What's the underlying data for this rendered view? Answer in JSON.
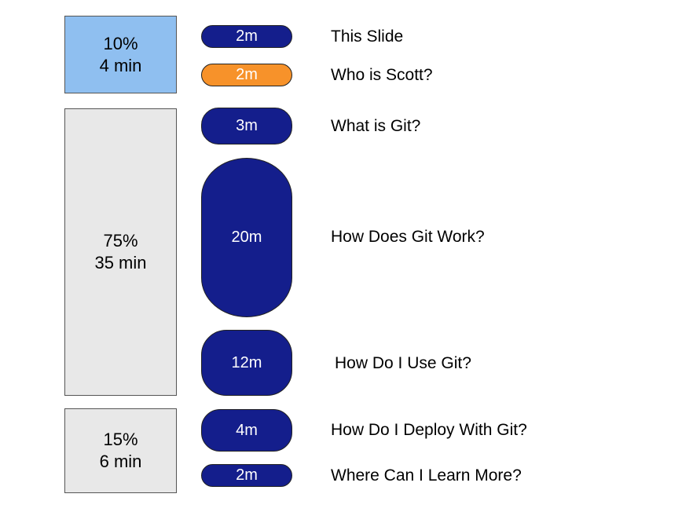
{
  "sections": [
    {
      "percent": "10%",
      "time": "4 min",
      "color": "#8fbff0"
    },
    {
      "percent": "75%",
      "time": "35 min",
      "color": "#e8e8e8"
    },
    {
      "percent": "15%",
      "time": "6 min",
      "color": "#e8e8e8"
    }
  ],
  "items": [
    {
      "duration": "2m",
      "title": "This Slide",
      "color": "#141e8c"
    },
    {
      "duration": "2m",
      "title": "Who is Scott?",
      "color": "#f7922a"
    },
    {
      "duration": "3m",
      "title": "What is Git?",
      "color": "#141e8c"
    },
    {
      "duration": "20m",
      "title": "How Does Git Work?",
      "color": "#141e8c"
    },
    {
      "duration": "12m",
      "title": "How Do I Use Git?",
      "color": "#141e8c"
    },
    {
      "duration": "4m",
      "title": "How Do I Deploy With Git?",
      "color": "#141e8c"
    },
    {
      "duration": "2m",
      "title": "Where Can I Learn More?",
      "color": "#141e8c"
    }
  ]
}
